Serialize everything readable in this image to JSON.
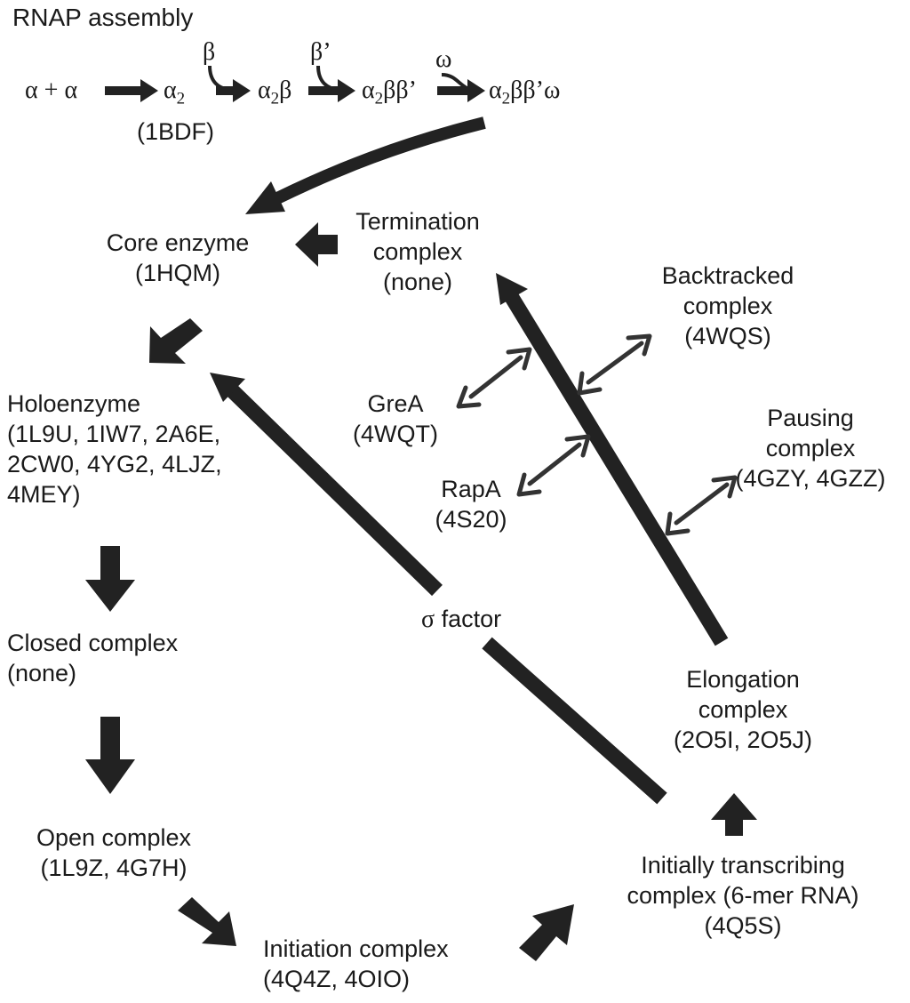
{
  "title": "RNAP assembly",
  "assembly": {
    "start": "α + α",
    "s2": "α",
    "s2_sub": "2",
    "s3": "α",
    "s3_sub": "2",
    "s3_suffix": "β",
    "s4": "α",
    "s4_sub": "2",
    "s4_suffix": "ββ’",
    "s5": "α",
    "s5_sub": "2",
    "s5_suffix": "ββ’ω",
    "add_beta": "β",
    "add_beta_prime": "β’",
    "add_omega": "ω",
    "pdb_alpha2": "(1BDF)"
  },
  "nodes": {
    "core": {
      "line1": "Core enzyme",
      "line2": "(1HQM)"
    },
    "holo": {
      "line1": "Holoenzyme",
      "line2": "(1L9U, 1IW7, 2A6E,",
      "line3": "2CW0, 4YG2, 4LJZ,",
      "line4": "4MEY)"
    },
    "closed": {
      "line1": "Closed complex",
      "line2": "(none)"
    },
    "open": {
      "line1": "Open complex",
      "line2": "(1L9Z, 4G7H)"
    },
    "initiation": {
      "line1": "Initiation complex",
      "line2": "(4Q4Z, 4OIO)"
    },
    "itc": {
      "line1": "Initially transcribing",
      "line2": "complex (6-mer RNA)",
      "line3": "(4Q5S)"
    },
    "elong": {
      "line1": "Elongation",
      "line2": "complex",
      "line3": "(2O5I, 2O5J)"
    },
    "term": {
      "line1": "Termination",
      "line2": "complex",
      "line3": "(none)"
    },
    "back": {
      "line1": "Backtracked",
      "line2": "complex",
      "line3": "(4WQS)"
    },
    "grea": {
      "line1": "GreA",
      "line2": "(4WQT)"
    },
    "rapa": {
      "line1": "RapA",
      "line2": "(4S20)"
    },
    "pause": {
      "line1": "Pausing",
      "line2": "complex",
      "line3": "(4GZY, 4GZZ)"
    },
    "sigma": {
      "symbol": "σ",
      "text": " factor"
    }
  }
}
